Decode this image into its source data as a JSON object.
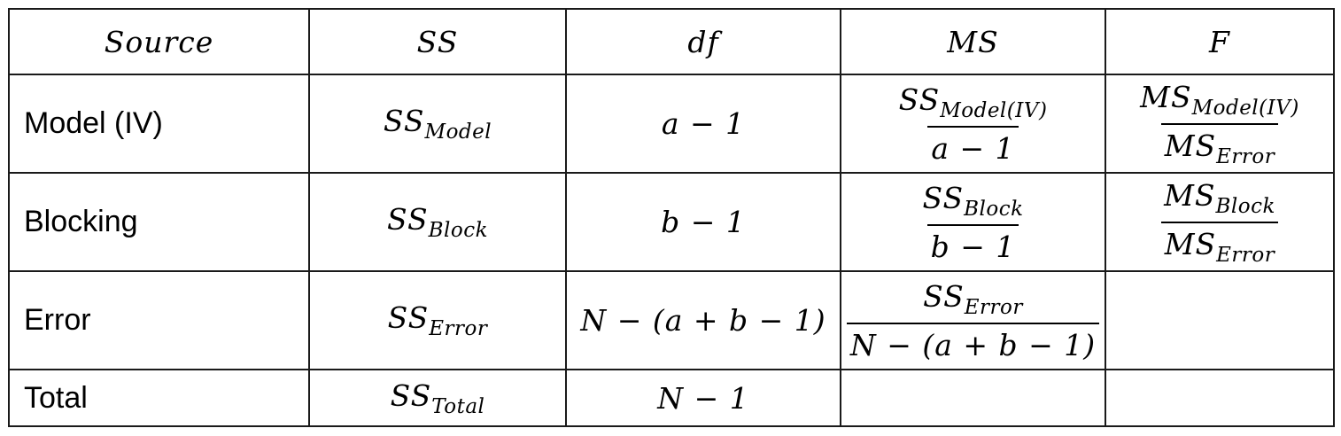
{
  "headers": {
    "source": "Source",
    "ss": "SS",
    "df": "df",
    "ms": "MS",
    "f": "F"
  },
  "rows": [
    {
      "source": "Model (IV)",
      "ss": "SS",
      "ss_sub": "Model",
      "df": "a − 1",
      "ms_num": "SS",
      "ms_num_sub": "Model(IV)",
      "ms_den": "a − 1",
      "f_num": "MS",
      "f_num_sub": "Model(IV)",
      "f_den": "MS",
      "f_den_sub": "Error"
    },
    {
      "source": "Blocking",
      "ss": "SS",
      "ss_sub": "Block",
      "df": "b − 1",
      "ms_num": "SS",
      "ms_num_sub": "Block",
      "ms_den": "b − 1",
      "f_num": "MS",
      "f_num_sub": "Block",
      "f_den": "MS",
      "f_den_sub": "Error"
    },
    {
      "source": "Error",
      "ss": "SS",
      "ss_sub": "Error",
      "df": "N − (a + b − 1)",
      "ms_num": "SS",
      "ms_num_sub": "Error",
      "ms_den": "N −  (a + b − 1)"
    },
    {
      "source": "Total",
      "ss": "SS",
      "ss_sub": "Total",
      "df": "N − 1"
    }
  ]
}
